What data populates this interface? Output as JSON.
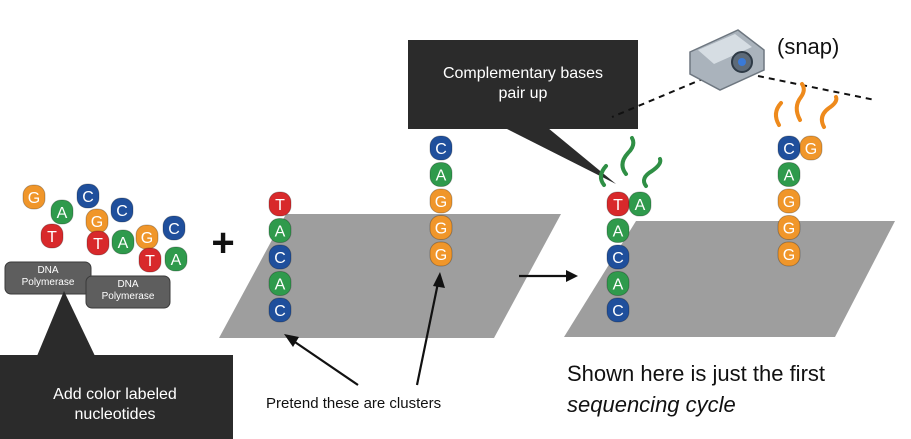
{
  "colors": {
    "G": "#f0962a",
    "A": "#2f9a4c",
    "C": "#1f4f9c",
    "T": "#d8292b",
    "platform": "#9e9e9e",
    "callout": "#2b2b2b",
    "wiggle_green": "#2f8f45",
    "wiggle_orange": "#ee8a1c"
  },
  "free_nucleotides": [
    "G",
    "A",
    "C",
    "G",
    "C",
    "T",
    "T",
    "A",
    "G",
    "C",
    "T",
    "A"
  ],
  "enzymes": [
    "DNA Polymerase",
    "DNA Polymerase"
  ],
  "plus_sign": "+",
  "clusters": [
    {
      "strand": [
        "T",
        "A",
        "C",
        "A",
        "C"
      ]
    },
    {
      "strand": [
        "C",
        "A",
        "G",
        "G",
        "G"
      ]
    }
  ],
  "result_clusters": [
    {
      "strand": [
        "T",
        "A",
        "C",
        "A",
        "C"
      ],
      "paired": "A",
      "label_color": "wiggle_green"
    },
    {
      "strand": [
        "C",
        "A",
        "G",
        "G",
        "G"
      ],
      "paired": "G",
      "label_color": "wiggle_orange"
    }
  ],
  "callouts": {
    "complementary": "Complementary bases pair up",
    "add_nucleotides": "Add color labeled nucleotides"
  },
  "labels": {
    "pretend": "Pretend these are clusters",
    "snap": "(snap)",
    "caption_line1": "Shown here is just the first",
    "caption_line2": "sequencing cycle"
  },
  "icons": [
    "camera-icon",
    "arrow-right-icon"
  ]
}
